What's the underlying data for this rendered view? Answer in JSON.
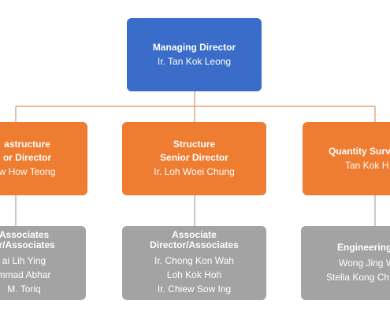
{
  "managing": {
    "title": "Managing Director",
    "name": "Ir. Tan Kok Leong"
  },
  "senior": [
    {
      "title_lines": [
        "astructure",
        "or Director"
      ],
      "name": "w How Teong"
    },
    {
      "title_lines": [
        "Structure",
        "Senior Director"
      ],
      "name": "Ir. Loh Woei Chung"
    },
    {
      "title_lines": [
        "Quantity Surv"
      ],
      "name": "Tan Kok H"
    }
  ],
  "associates": [
    {
      "title_lines": [
        "Associates",
        "or/Associates"
      ],
      "names": [
        "ai Lih Ying",
        "mmad Abhar",
        "M. Toriq"
      ]
    },
    {
      "title_lines": [
        "Associate",
        "Director/Associates"
      ],
      "names": [
        "Ir. Chong Kon Wah",
        "Loh Kok Hoh",
        "Ir. Chiew Sow Ing"
      ]
    },
    {
      "title_lines": [
        "Engineering"
      ],
      "names": [
        "Wong Jing W",
        "Stella Kong Ch"
      ]
    }
  ],
  "colors": {
    "top": "#3a6dc9",
    "orange": "#ee7c31",
    "grey": "#a3a3a3",
    "connector": "#d99460"
  }
}
